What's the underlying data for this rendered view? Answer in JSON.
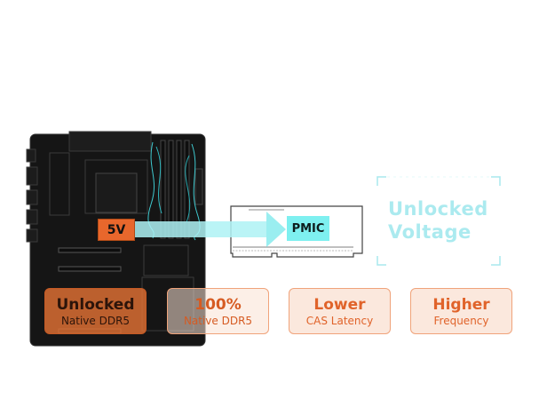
{
  "badges": {
    "voltage_5v": "5V",
    "pmic": "PMIC"
  },
  "unlocked_voltage": {
    "line1": "Unlocked",
    "line2": "Voltage"
  },
  "features": [
    {
      "title": "Unlocked",
      "subtitle": "Native DDR5"
    },
    {
      "title": "100%",
      "subtitle": "Native DDR5"
    },
    {
      "title": "Lower",
      "subtitle": "CAS Latency"
    },
    {
      "title": "Higher",
      "subtitle": "Frequency"
    }
  ],
  "colors": {
    "accent_orange": "#e8672c",
    "accent_cyan": "#7ef0f0",
    "board": "#151515"
  },
  "icons": [
    "motherboard-icon",
    "ram-module-icon",
    "arrow-icon",
    "bracket-frame-icon"
  ]
}
